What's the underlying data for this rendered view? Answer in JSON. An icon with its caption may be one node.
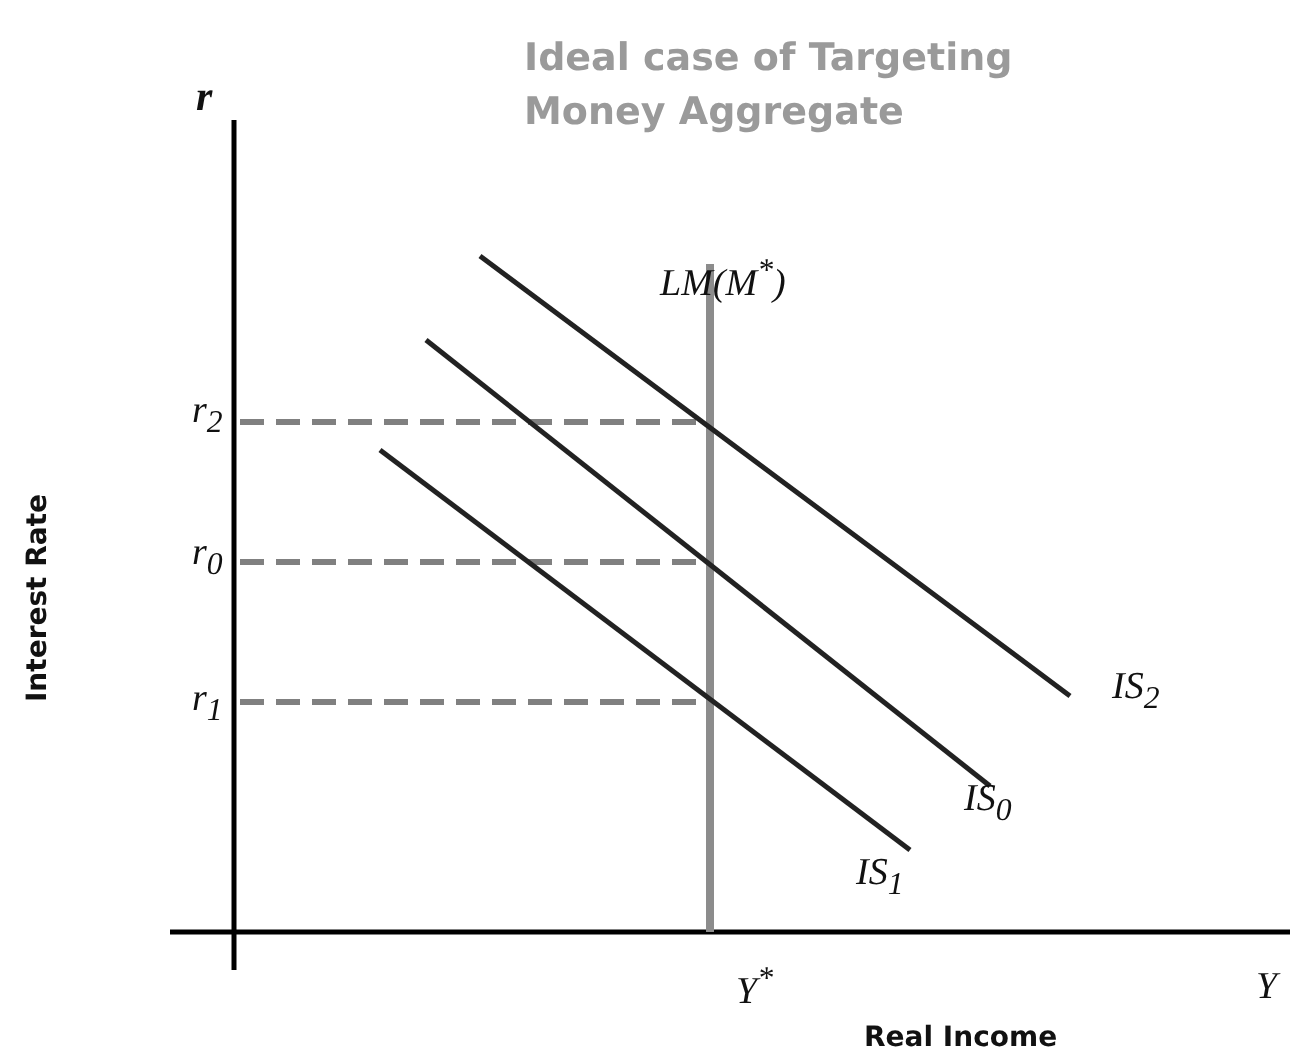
{
  "diagram": {
    "title": "Ideal case of Targeting Money Aggregate",
    "labels": [
      "r",
      "LM(M$^{*}$)",
      "r$_{2}$",
      "r$_{0}$",
      "r$_{1}$",
      "IS$_{2}$",
      "IS$_{0}$",
      "IS$_{1}$",
      "Y$^{*}$",
      "Y",
      "Interest Rate",
      "Real Income"
    ]
  }
}
